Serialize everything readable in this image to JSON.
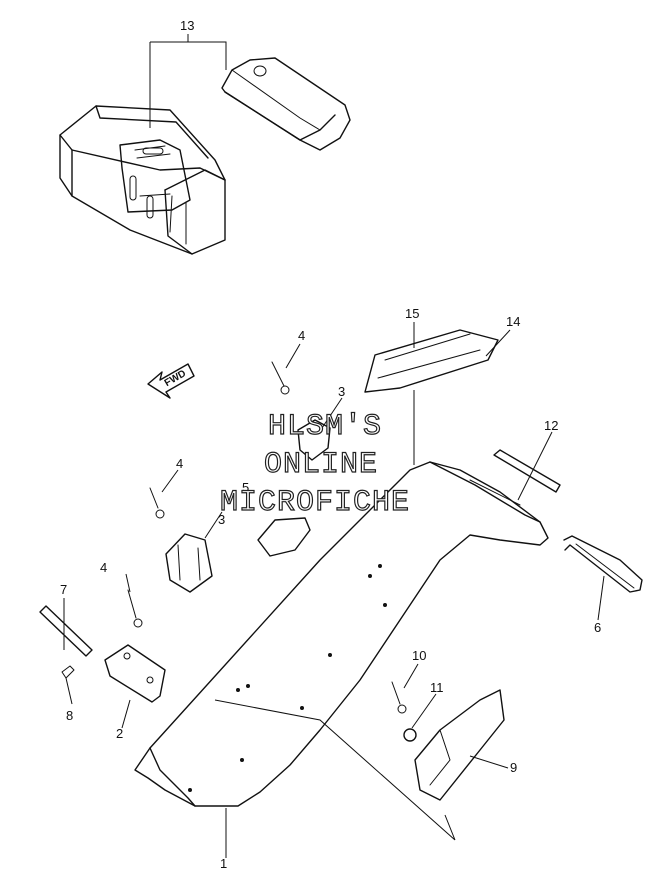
{
  "watermark": {
    "line1": "HLSM'S",
    "line2": "ONLINE",
    "line3": "MICROFICHE"
  },
  "fwd_label": "FWD",
  "callouts": [
    {
      "id": "c13",
      "label": "13"
    },
    {
      "id": "c15",
      "label": "15"
    },
    {
      "id": "c14",
      "label": "14"
    },
    {
      "id": "c4a",
      "label": "4"
    },
    {
      "id": "c3a",
      "label": "3"
    },
    {
      "id": "c12",
      "label": "12"
    },
    {
      "id": "c4b",
      "label": "4"
    },
    {
      "id": "c5",
      "label": "5"
    },
    {
      "id": "c3b",
      "label": "3"
    },
    {
      "id": "c4c",
      "label": "4"
    },
    {
      "id": "c7",
      "label": "7"
    },
    {
      "id": "c6",
      "label": "6"
    },
    {
      "id": "c10",
      "label": "10"
    },
    {
      "id": "c11",
      "label": "11"
    },
    {
      "id": "c8",
      "label": "8"
    },
    {
      "id": "c2",
      "label": "2"
    },
    {
      "id": "c9",
      "label": "9"
    },
    {
      "id": "c1",
      "label": "1"
    }
  ]
}
